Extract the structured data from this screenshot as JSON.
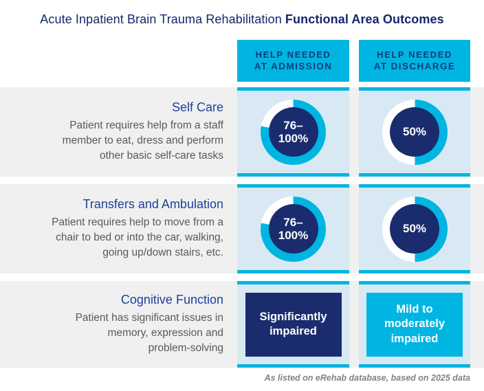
{
  "title": {
    "regular": "Acute Inpatient Brain Trauma Rehabilitation",
    "bold": "Functional Area Outcomes"
  },
  "columns": {
    "admission": {
      "line1": "HELP NEEDED",
      "line2": "AT ADMISSION"
    },
    "discharge": {
      "line1": "HELP NEEDED",
      "line2": "AT DISCHARGE"
    }
  },
  "rows": [
    {
      "title": "Self Care",
      "description": "Patient requires help from a staff\nmember to eat, dress and perform\nother basic self-care tasks",
      "admission": {
        "label": "76–\n100%",
        "ring_percent": 78
      },
      "discharge": {
        "label": "50%",
        "ring_percent": 50
      }
    },
    {
      "title": "Transfers and Ambulation",
      "description": "Patient requires help to move from a\nchair to bed or into the car, walking,\ngoing up/down stairs, etc.",
      "admission": {
        "label": "76–\n100%",
        "ring_percent": 78
      },
      "discharge": {
        "label": "50%",
        "ring_percent": 50
      }
    },
    {
      "title": "Cognitive Function",
      "description": "Patient has significant issues in\nmemory, expression and\nproblem-solving",
      "admission": {
        "label": "Significantly\nimpaired"
      },
      "discharge": {
        "label": "Mild to\nmoderately\nimpaired"
      }
    }
  ],
  "footer": "As listed on eRehab database, based on 2025 data",
  "colors": {
    "cyan": "#00B5E2",
    "navy": "#1B2C6E",
    "title_navy": "#14276B",
    "header_text": "#0D3D7C",
    "row_title_blue": "#1C4098",
    "description_gray": "#58595B",
    "footer_gray": "#808285",
    "row_bg": "#F0F0F1",
    "cell_bg": "#D9E9F3",
    "ring_track": "#FFFFFF"
  },
  "chart_data": {
    "type": "table",
    "title": "Acute Inpatient Brain Trauma Rehabilitation Functional Area Outcomes",
    "columns": [
      "Functional Area",
      "Help Needed at Admission",
      "Help Needed at Discharge"
    ],
    "rows": [
      [
        "Self Care",
        "76–100%",
        "50%"
      ],
      [
        "Transfers and Ambulation",
        "76–100%",
        "50%"
      ],
      [
        "Cognitive Function",
        "Significantly impaired",
        "Mild to moderately impaired"
      ]
    ],
    "donuts": [
      {
        "row": "Self Care",
        "admission_ring_percent": 78,
        "discharge_ring_percent": 50
      },
      {
        "row": "Transfers and Ambulation",
        "admission_ring_percent": 78,
        "discharge_ring_percent": 50
      }
    ],
    "note": "As listed on eRehab database, based on 2025 data"
  }
}
